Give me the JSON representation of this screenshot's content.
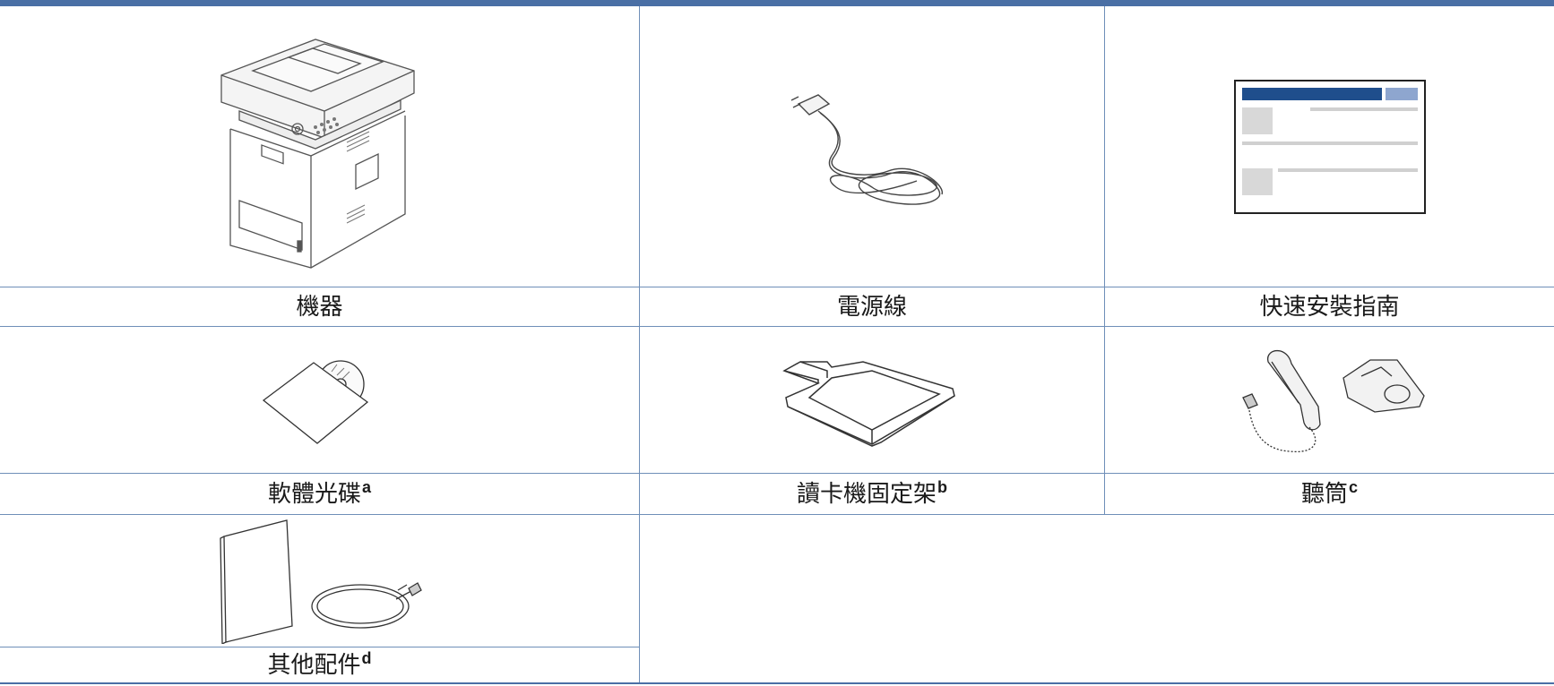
{
  "items": [
    {
      "label": "機器",
      "note": ""
    },
    {
      "label": "電源線",
      "note": ""
    },
    {
      "label": "快速安裝指南",
      "note": ""
    },
    {
      "label": "軟體光碟",
      "note": "a"
    },
    {
      "label": "讀卡機固定架",
      "note": "b"
    },
    {
      "label": "聽筒",
      "note": "c"
    },
    {
      "label": "其他配件",
      "note": "d"
    }
  ],
  "colors": {
    "accent": "#4a6fa5",
    "grid": "#6f8fb8",
    "guide_header": "#1f4e8c",
    "guide_header_light": "#8ea6cf"
  },
  "icons": [
    "printer-icon",
    "power-cord-icon",
    "quick-guide-icon",
    "software-cd-icon",
    "card-reader-bracket-icon",
    "handset-icon",
    "other-accessories-icon"
  ]
}
